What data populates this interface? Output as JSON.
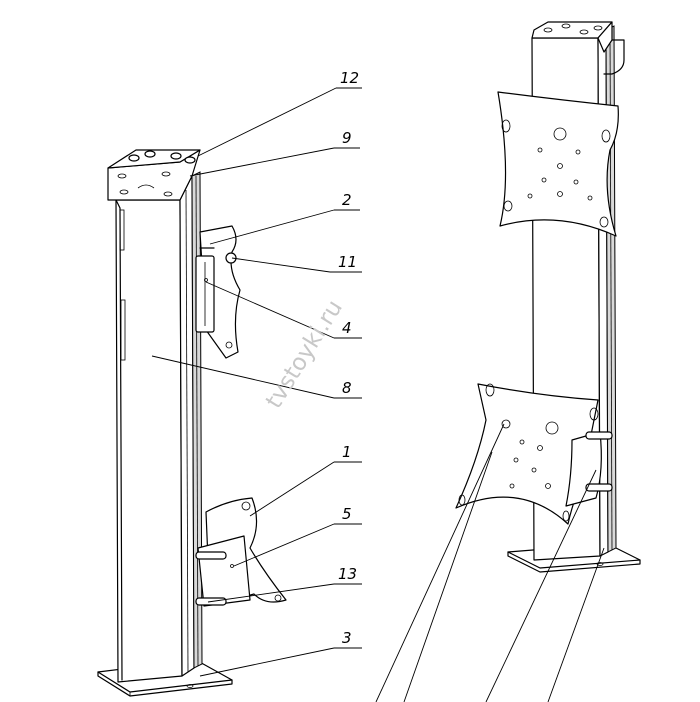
{
  "watermark": "tvstoyki.ru",
  "callouts": [
    {
      "id": "c12",
      "text": "12"
    },
    {
      "id": "c9",
      "text": "9"
    },
    {
      "id": "c2",
      "text": "2"
    },
    {
      "id": "c11",
      "text": "11"
    },
    {
      "id": "c4",
      "text": "4"
    },
    {
      "id": "c8",
      "text": "8"
    },
    {
      "id": "c1",
      "text": "1"
    },
    {
      "id": "c5",
      "text": "5"
    },
    {
      "id": "c13",
      "text": "13"
    },
    {
      "id": "c3",
      "text": "3"
    }
  ]
}
